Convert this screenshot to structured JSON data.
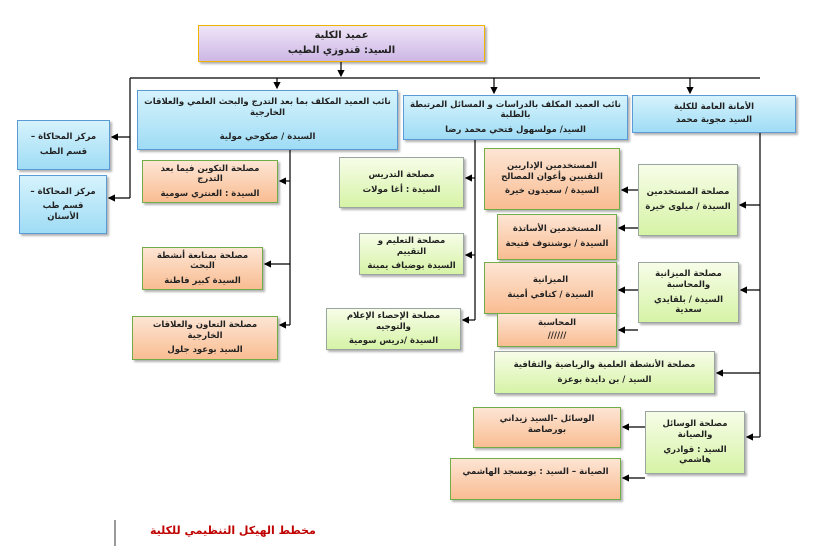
{
  "dean": {
    "title": "عميد الكلية",
    "name": "السيد: قندوزي الطيب"
  },
  "vp_research": {
    "title": "نائب العميد المكلف بما بعد التدرج والبحث العلمي والعلاقات الخارجية",
    "name": "السيدة / صكوحي مولية"
  },
  "vp_studies": {
    "title": "نائب العميد المكلف بالدراسات و المسائل المرتبطة بالطلبة",
    "name": "السيد/ مولسهول فتحي محمد رضا"
  },
  "secretariat": {
    "title": "الأمانة العامة للكلية",
    "name": "السيد مجوبة محمد"
  },
  "sim_centers": [
    {
      "line1": "مركز المحاكاة –",
      "line2": "قسم الطب"
    },
    {
      "line1": "مركز المحاكاة –",
      "line2": "قسم طب الأسنان"
    }
  ],
  "research_units": [
    {
      "title": "مصلحة التكوين فيما بعد التدرج",
      "name": "السيدة : العنتري سومية"
    },
    {
      "title": "مصلحة بمتابعة أنشطة البحث",
      "name": "السيدة كبير فاطنة"
    },
    {
      "title": "مصلحة التعاون والعلاقات الخارجية",
      "name": "السيد بوعود جلول"
    }
  ],
  "studies_units": [
    {
      "title": "مصلحة التدريس",
      "name": "السيدة : أغا مولات"
    },
    {
      "title": "مصلحة التعليم و التقييم",
      "name": "السيدة بوضياف يمينة"
    },
    {
      "title": "مصلحة الإحصاء الإعلام والتوجيه",
      "name": "السيدة /دريس سومية"
    }
  ],
  "secretariat_units": {
    "staff": {
      "title": "مصلحة المستخدمين",
      "name": "السيدة / ميلوى خيرة"
    },
    "admin_staff": {
      "title": "المستخدمين الإداريين التقنيين وأعوان المصالح",
      "name": "السيدة / سعيدون خيرة"
    },
    "teachers": {
      "title": "المستخدمين الأساتذة",
      "name": "السيدة / بوشنتوف فتيحة"
    },
    "budget": {
      "title": "مصلحة الميزانية والمحاسبة",
      "name": "السيدة / بلقايدي سعدية"
    },
    "budget_sub": {
      "title": "الميزانية",
      "name": "السيدة / كتافي أمينة"
    },
    "accounting": {
      "title": "المحاسبة",
      "name": "//////"
    },
    "activities": {
      "title": "مصلحة الأنشطة العلمية والرياضية والثقافية",
      "name": "السيد / بن دايدة بوعزة"
    },
    "means": {
      "title": "مصلحة الوسائل والصيانة",
      "name": "السيد : قوادري هاشمي"
    },
    "means_sub": {
      "title": "الوسائل –السيد زيداني بورصاصة"
    },
    "maintenance": {
      "title": "الصيانة – السيد : بومسجد الهاشمي"
    }
  },
  "caption": "مخطط الهيكل التنظيمي للكلية",
  "colors": {
    "caption": "#c00000",
    "dean_border": "#f0b400",
    "blue_border": "#5b9bd5",
    "orange_border": "#70ad47"
  }
}
